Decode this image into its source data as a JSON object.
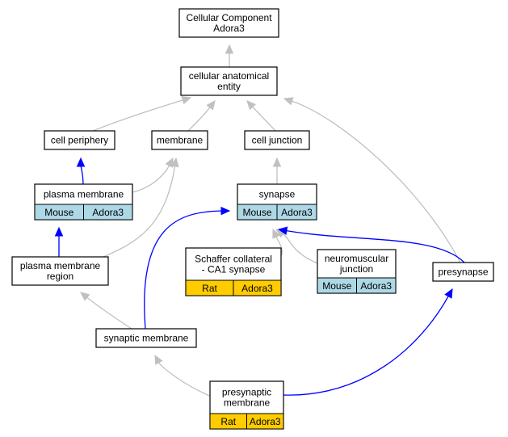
{
  "colors": {
    "gray_edge": "#c0c0c0",
    "blue_edge": "#0000ff",
    "mouse_cell": "#add8e6",
    "rat_cell": "#ffcc00"
  },
  "nodes": {
    "root": {
      "lines": [
        "Cellular Component",
        "Adora3"
      ]
    },
    "cellular_anatomical_entity": {
      "lines": [
        "cellular anatomical",
        "entity"
      ]
    },
    "cell_periphery": {
      "lines": [
        "cell periphery"
      ]
    },
    "membrane": {
      "lines": [
        "membrane"
      ]
    },
    "cell_junction": {
      "lines": [
        "cell junction"
      ]
    },
    "plasma_membrane": {
      "lines": [
        "plasma membrane"
      ],
      "species": "Mouse",
      "gene": "Adora3"
    },
    "synapse": {
      "lines": [
        "synapse"
      ],
      "species": "Mouse",
      "gene": "Adora3"
    },
    "plasma_membrane_region": {
      "lines": [
        "plasma membrane",
        "region"
      ]
    },
    "schaffer_collateral": {
      "lines": [
        "Schaffer collateral",
        "- CA1 synapse"
      ],
      "species": "Rat",
      "gene": "Adora3"
    },
    "neuromuscular_junction": {
      "lines": [
        "neuromuscular",
        "junction"
      ],
      "species": "Mouse",
      "gene": "Adora3"
    },
    "presynapse": {
      "lines": [
        "presynapse"
      ]
    },
    "synaptic_membrane": {
      "lines": [
        "synaptic membrane"
      ]
    },
    "presynaptic_membrane": {
      "lines": [
        "presynaptic",
        "membrane"
      ],
      "species": "Rat",
      "gene": "Adora3"
    }
  },
  "edges": [
    {
      "from": "cellular_anatomical_entity",
      "to": "root",
      "kind": "gray"
    },
    {
      "from": "cell_periphery",
      "to": "cellular_anatomical_entity",
      "kind": "gray"
    },
    {
      "from": "membrane",
      "to": "cellular_anatomical_entity",
      "kind": "gray"
    },
    {
      "from": "cell_junction",
      "to": "cellular_anatomical_entity",
      "kind": "gray"
    },
    {
      "from": "presynapse",
      "to": "cellular_anatomical_entity",
      "kind": "gray"
    },
    {
      "from": "plasma_membrane",
      "to": "cell_periphery",
      "kind": "blue"
    },
    {
      "from": "plasma_membrane",
      "to": "membrane",
      "kind": "gray"
    },
    {
      "from": "plasma_membrane_region",
      "to": "membrane",
      "kind": "gray"
    },
    {
      "from": "synapse",
      "to": "cell_junction",
      "kind": "gray"
    },
    {
      "from": "plasma_membrane_region",
      "to": "plasma_membrane",
      "kind": "blue"
    },
    {
      "from": "synaptic_membrane",
      "to": "synapse",
      "kind": "blue"
    },
    {
      "from": "schaffer_collateral",
      "to": "synapse",
      "kind": "gray"
    },
    {
      "from": "neuromuscular_junction",
      "to": "synapse",
      "kind": "gray"
    },
    {
      "from": "presynapse",
      "to": "synapse",
      "kind": "blue"
    },
    {
      "from": "synaptic_membrane",
      "to": "plasma_membrane_region",
      "kind": "gray"
    },
    {
      "from": "presynaptic_membrane",
      "to": "synaptic_membrane",
      "kind": "gray"
    },
    {
      "from": "presynaptic_membrane",
      "to": "presynapse",
      "kind": "blue"
    }
  ]
}
